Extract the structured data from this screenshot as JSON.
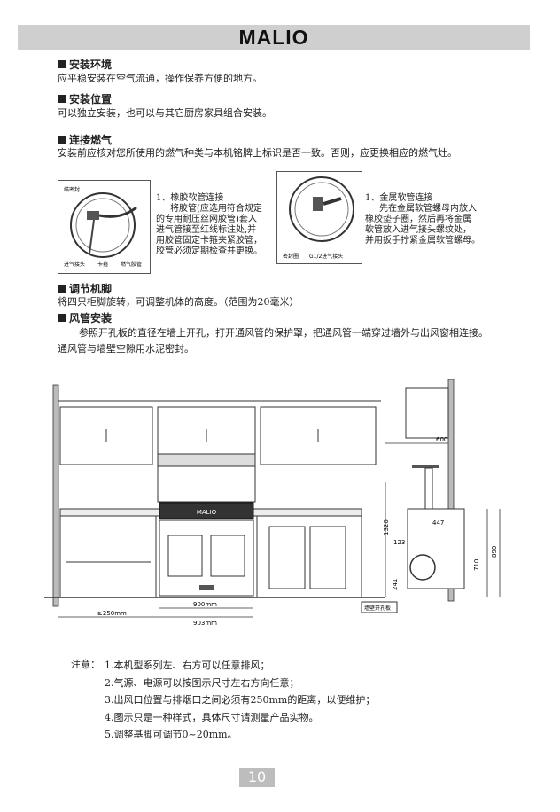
{
  "header": {
    "brand": "MALIO"
  },
  "sections": {
    "env": {
      "title": "安装环境",
      "text": "应平稳安装在空气流通，操作保养方便的地方。"
    },
    "pos": {
      "title": "安装位置",
      "text": "可以独立安装，也可以与其它厨房家具组合安装。"
    },
    "gas": {
      "title": "连接燃气",
      "text": "安装前应核对您所使用的燃气种类与本机铭牌上标识是否一致。否则，应更换相应的燃气灶。"
    },
    "foot": {
      "title": "调节机脚",
      "text": "将四只柜脚旋转，可调整机体的高度。（范围为20毫米）"
    },
    "duct": {
      "title": "风管安装",
      "text": "参照开孔板的直径在墙上开孔，打开通风管的保护罩，把通风管一端穿过墙外与出风窗相连接。通风管与墙壁空隙用水泥密封。"
    }
  },
  "gas_fig1": {
    "labels": {
      "seal": "结密封",
      "inlet": "进气接头",
      "clamp": "卡箍",
      "hose": "燃气胶管"
    },
    "text": [
      "1、橡胶软管连接",
      "将胶管(应选用符合规定",
      "的专用耐压丝网胶管)套入",
      "进气管接至红线标注处,并",
      "用胶管固定卡箍夹紧胶管，",
      "胶管必须定期检查并更换。"
    ]
  },
  "gas_fig2": {
    "labels": {
      "seal": "密封圈",
      "inlet": "G1/2进气接头"
    },
    "text": [
      "1、金属软管连接",
      "先在金属软管螺母内放入",
      "橡胶垫子圈，然后再将金属",
      "软管放入进气接头螺纹处，",
      "并用扳手拧紧金属软管螺母。"
    ]
  },
  "diagram": {
    "front_label": "MALIO",
    "dims": {
      "d250": "≥250mm",
      "d900": "900mm",
      "d903": "903mm",
      "d600": "600",
      "d1320": "1320",
      "d123": "123",
      "d447": "447",
      "d710": "710",
      "d890": "890",
      "d241": "241"
    },
    "wall_label": "墙壁开孔板"
  },
  "notes": {
    "prefix": "注意：",
    "items": [
      "1.本机型系列左、右方可以任意排风；",
      "2.气源、电源可以按图示尺寸左右方向任意；",
      "3.出风口位置与排烟口之间必须有250mm的距离，以便维护；",
      "4.图示只是一种样式，具体尺寸请测量产品实物。",
      "5.调整基脚可调节0~20mm。"
    ]
  },
  "page": {
    "number": "10"
  }
}
